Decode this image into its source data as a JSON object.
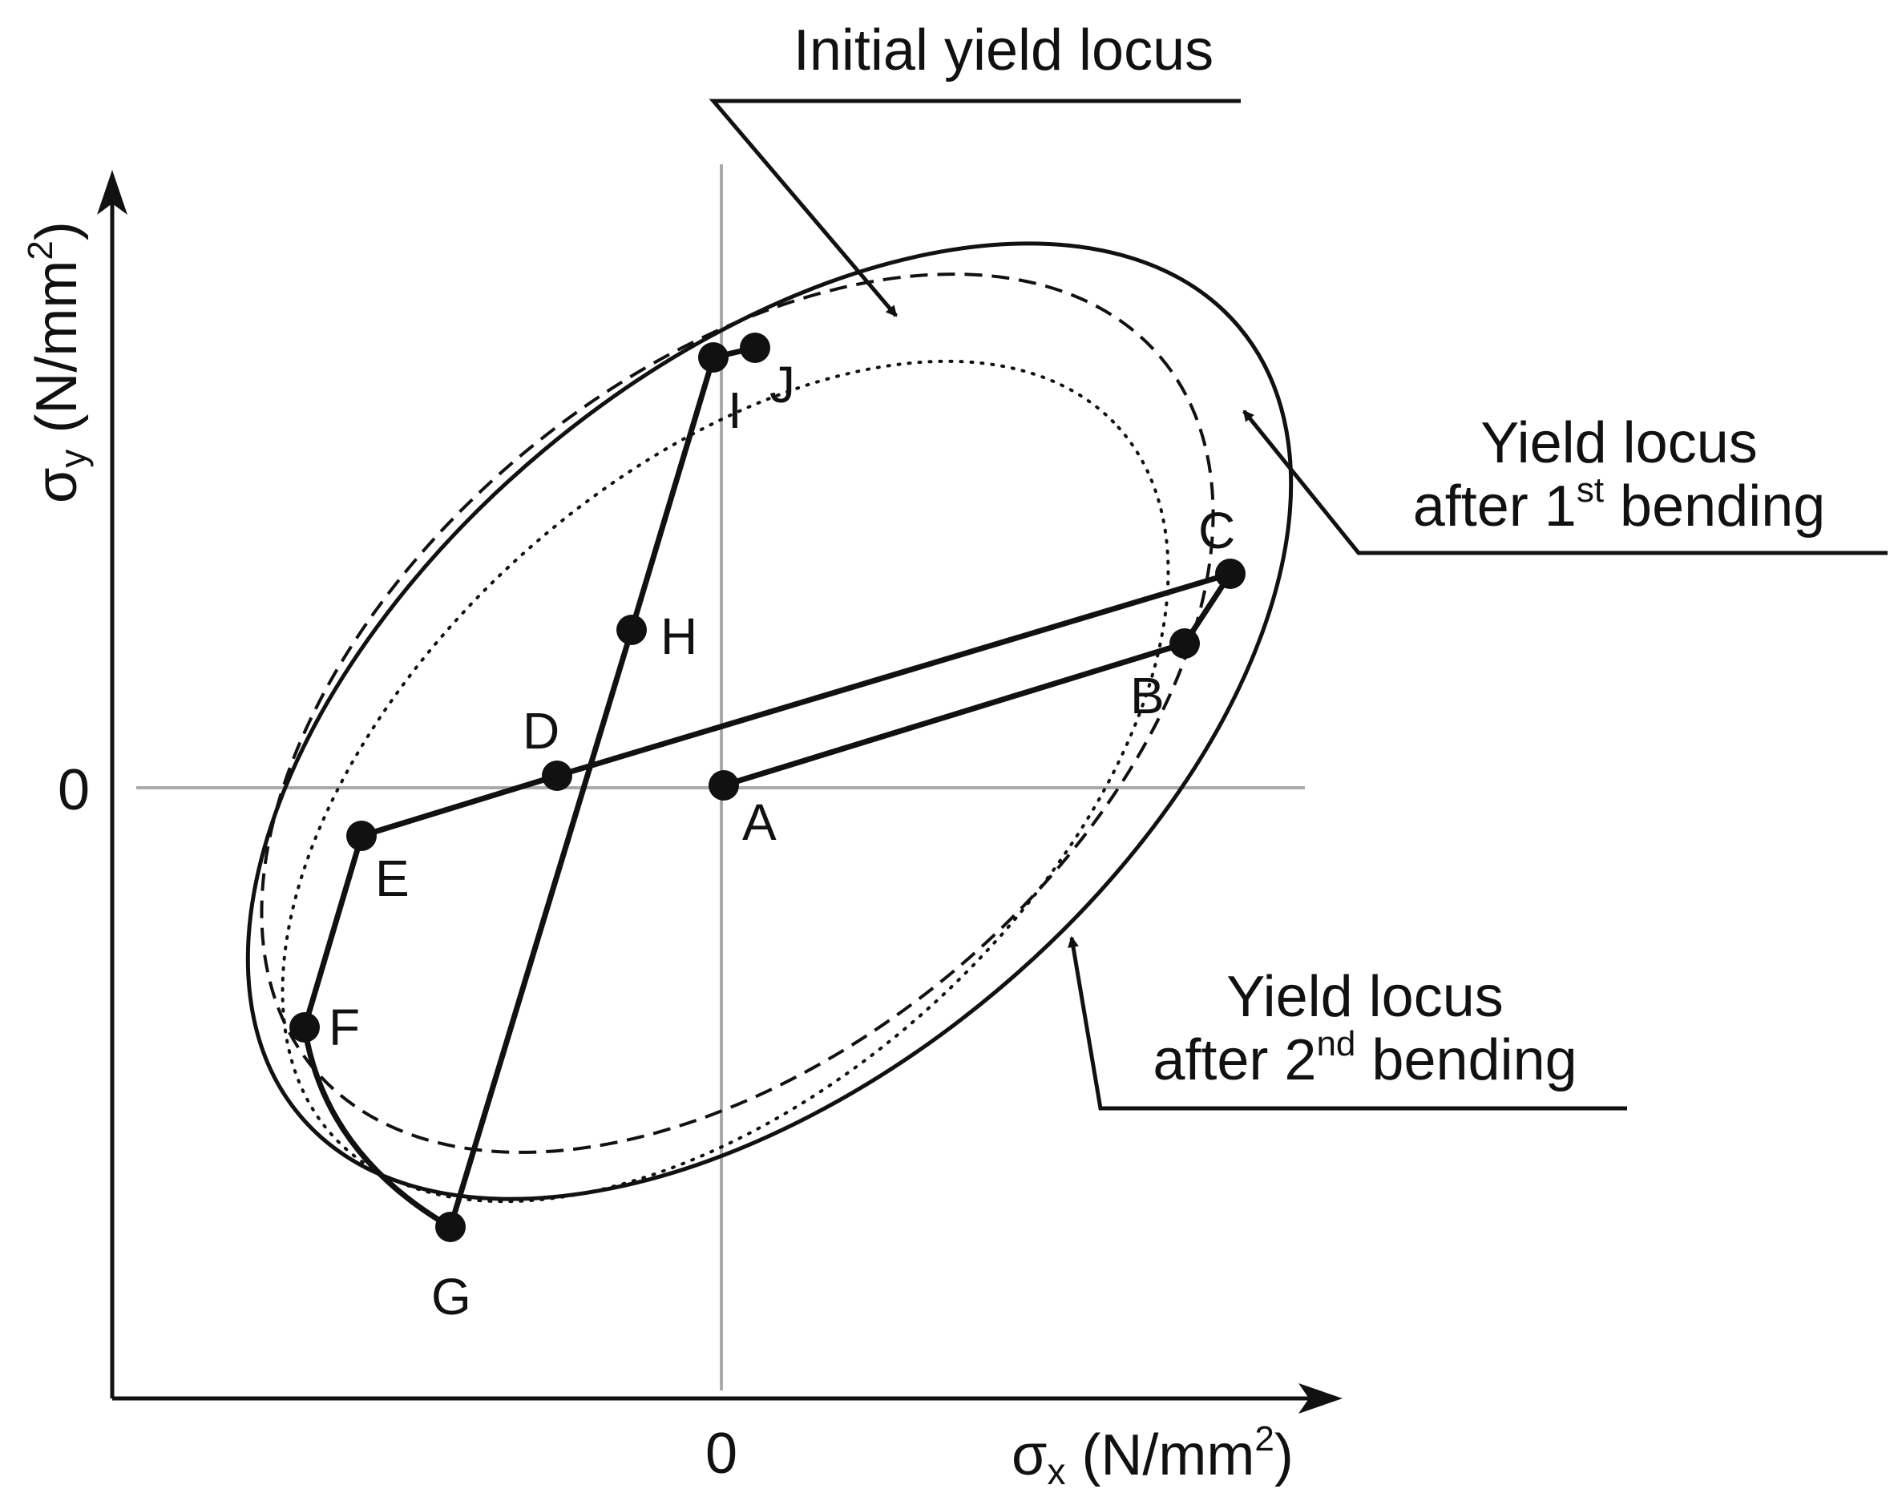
{
  "axes": {
    "x_label": {
      "symbol": "σ",
      "sub": "x",
      "unit_pre": " (N/mm",
      "unit_sup": "2",
      "unit_post": ")"
    },
    "y_label": {
      "symbol": "σ",
      "sub": "y",
      "unit_pre": " (N/mm",
      "unit_sup": "2",
      "unit_post": ")"
    },
    "x_origin_tick": "0",
    "y_origin_tick": "0"
  },
  "callouts": {
    "initial": {
      "line1": "Initial yield locus"
    },
    "first": {
      "line1": "Yield locus",
      "line2_pre": "after 1",
      "line2_sup": "st",
      "line2_post": " bending"
    },
    "second": {
      "line1": "Yield locus",
      "line2_pre": "after 2",
      "line2_sup": "nd",
      "line2_post": " bending"
    }
  },
  "loci": [
    {
      "name": "Initial yield locus",
      "style": "dotted"
    },
    {
      "name": "Yield locus after 1st bending",
      "style": "dashed"
    },
    {
      "name": "Yield locus after 2nd bending",
      "style": "solid"
    }
  ],
  "points": [
    {
      "id": "A",
      "label": "A"
    },
    {
      "id": "B",
      "label": "B"
    },
    {
      "id": "C",
      "label": "C"
    },
    {
      "id": "D",
      "label": "D"
    },
    {
      "id": "E",
      "label": "E"
    },
    {
      "id": "F",
      "label": "F"
    },
    {
      "id": "G",
      "label": "G"
    },
    {
      "id": "H",
      "label": "H"
    },
    {
      "id": "I",
      "label": "I"
    },
    {
      "id": "J",
      "label": "J"
    }
  ],
  "load_path_order": [
    "A",
    "B",
    "C",
    "D",
    "E",
    "F",
    "G",
    "H",
    "I",
    "J"
  ],
  "colors": {
    "ink": "#111111",
    "zero_lines": "#aaaaaa"
  }
}
